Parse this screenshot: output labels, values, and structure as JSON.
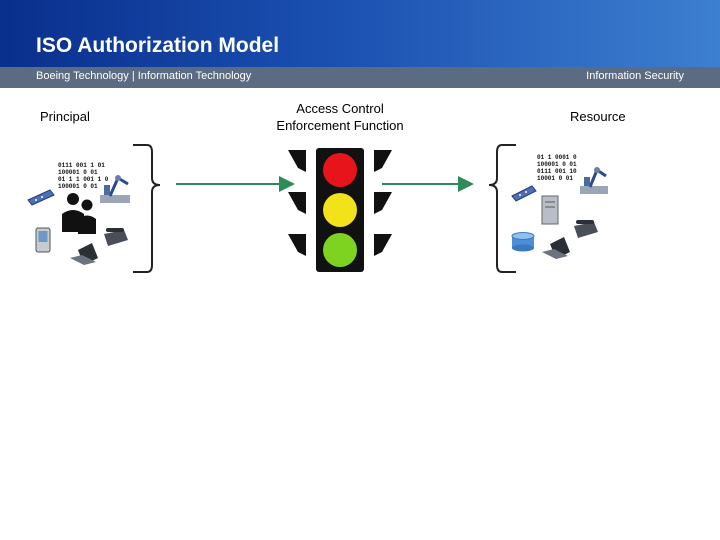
{
  "header": {
    "title": "ISO Authorization Model",
    "subtitle_left": "Boeing Technology | Information Technology",
    "subtitle_right": "Information Security"
  },
  "diagram": {
    "principal_label": "Principal",
    "acef_label_line1": "Access Control",
    "acef_label_line2": "Enforcement Function",
    "resource_label": "Resource",
    "principal_bits": [
      "0111 001 1 01",
      "100001 0 01",
      "01 1 1 001 1 0",
      "100001 0 01"
    ],
    "resource_bits": [
      "01 1 0001 0",
      "100001 0 01",
      "0111 001 10",
      "10001 0 01"
    ]
  },
  "colors": {
    "arrow": "#2e8b57",
    "light_red": "#e8141b",
    "light_yellow": "#f2e21a",
    "light_green": "#7ed321",
    "header_dark": "#0a2f8c",
    "subheader": "#5b6b82"
  }
}
